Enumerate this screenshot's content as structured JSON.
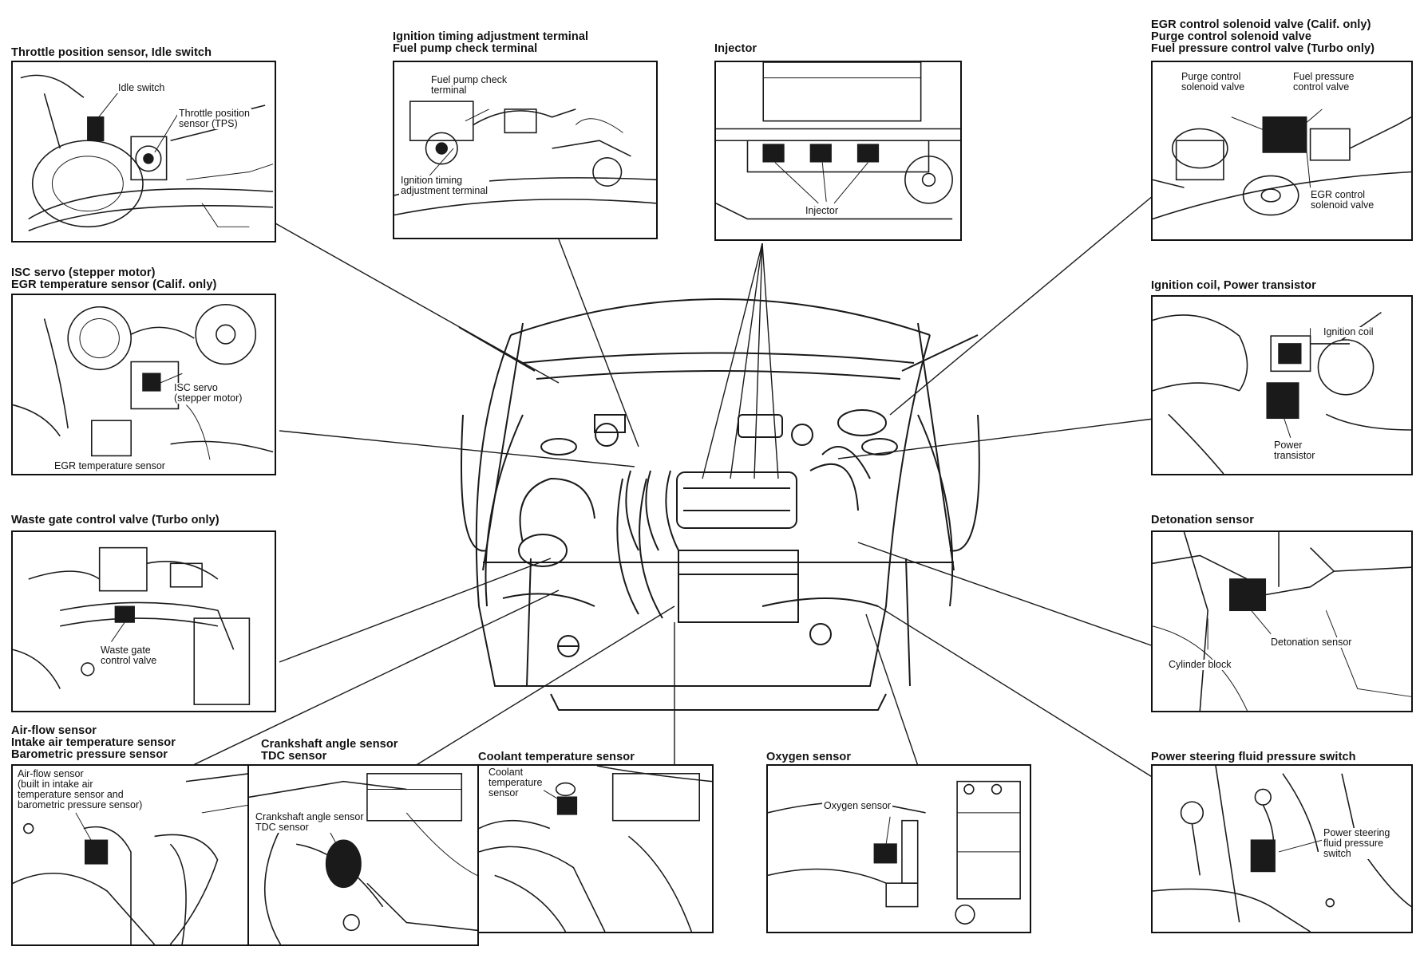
{
  "callouts": {
    "throttle": {
      "title": [
        "Throttle position sensor, Idle switch"
      ],
      "labels": {
        "idle_switch": [
          "Idle switch"
        ],
        "tps": [
          "Throttle position",
          "sensor (TPS)"
        ]
      }
    },
    "ignition_timing": {
      "title": [
        "Ignition timing adjustment terminal",
        "Fuel pump check terminal"
      ],
      "labels": {
        "fuel_pump": [
          "Fuel pump check",
          "terminal"
        ],
        "ign_timing": [
          "Ignition timing",
          "adjustment terminal"
        ]
      }
    },
    "injector": {
      "title": [
        "Injector"
      ],
      "labels": {
        "injector": [
          "Injector"
        ]
      }
    },
    "egr_solenoid": {
      "title": [
        "EGR control solenoid valve (Calif. only)",
        "Purge control solenoid valve",
        "Fuel pressure control valve (Turbo only)"
      ],
      "labels": {
        "purge": [
          "Purge control",
          "solenoid valve"
        ],
        "fuel_pressure": [
          "Fuel pressure",
          "control valve"
        ],
        "egr_control": [
          "EGR control",
          "solenoid valve"
        ]
      }
    },
    "isc": {
      "title": [
        "ISC servo (stepper motor)",
        "EGR temperature sensor (Calif. only)"
      ],
      "labels": {
        "isc_servo": [
          "ISC servo",
          "(stepper motor)"
        ],
        "egr_temp": [
          "EGR temperature sensor"
        ]
      }
    },
    "ignition_coil": {
      "title": [
        "Ignition coil, Power transistor"
      ],
      "labels": {
        "coil": [
          "Ignition coil"
        ],
        "transistor": [
          "Power",
          "transistor"
        ]
      }
    },
    "waste_gate": {
      "title": [
        "Waste gate control valve (Turbo only)"
      ],
      "labels": {
        "valve": [
          "Waste gate",
          "control valve"
        ]
      }
    },
    "detonation": {
      "title": [
        "Detonation sensor"
      ],
      "labels": {
        "sensor": [
          "Detonation sensor"
        ],
        "block": [
          "Cylinder block"
        ]
      }
    },
    "airflow": {
      "title": [
        "Air-flow sensor",
        "Intake air temperature sensor",
        "Barometric pressure sensor"
      ],
      "labels": {
        "desc": [
          "Air-flow sensor",
          "(built in intake air",
          "temperature sensor and",
          "barometric pressure sensor)"
        ]
      }
    },
    "crankshaft": {
      "title": [
        "Crankshaft angle sensor",
        "TDC sensor"
      ],
      "labels": {
        "sensor": [
          "Crankshaft angle sensor",
          "TDC sensor"
        ]
      }
    },
    "coolant": {
      "title": [
        "Coolant temperature sensor"
      ],
      "labels": {
        "sensor": [
          "Coolant",
          "temperature",
          "sensor"
        ]
      }
    },
    "oxygen": {
      "title": [
        "Oxygen sensor"
      ],
      "labels": {
        "sensor": [
          "Oxygen sensor"
        ]
      }
    },
    "power_steering": {
      "title": [
        "Power steering fluid pressure switch"
      ],
      "labels": {
        "switch": [
          "Power steering",
          "fluid pressure",
          "switch"
        ]
      }
    }
  }
}
